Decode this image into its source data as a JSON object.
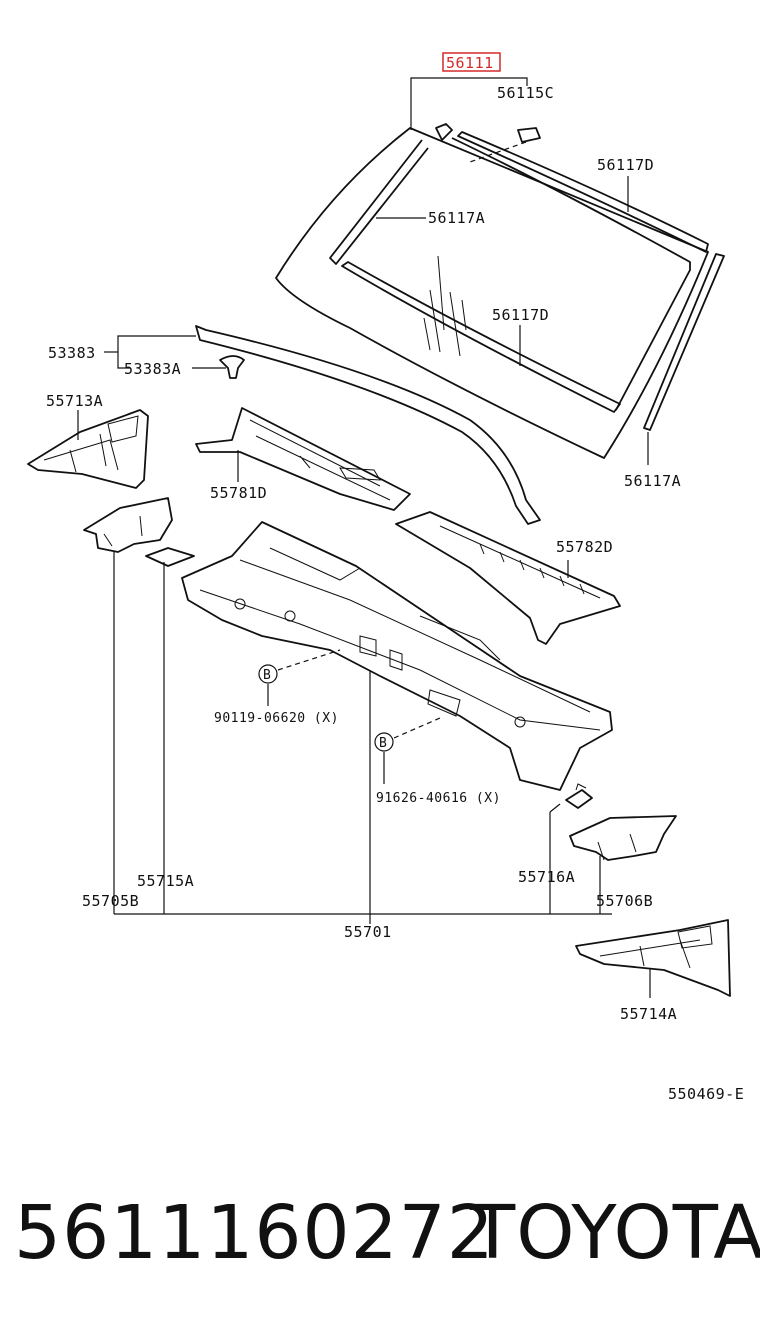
{
  "diagram": {
    "highlighted_part": "56111",
    "highlight_color": "#d42a2a",
    "labels": {
      "p56115C": "56115C",
      "p56117D_top": "56117D",
      "p56117A_left": "56117A",
      "p56117D_mid": "56117D",
      "p53383": "53383",
      "p53383A": "53383A",
      "p55713A": "55713A",
      "p55781D": "55781D",
      "p56117A_right": "56117A",
      "p55782D": "55782D",
      "bolt1_ref": "90119-06620 (X)",
      "bolt2_ref": "91626-40616 (X)",
      "bolt_marker_1": "B",
      "bolt_marker_2": "B",
      "p55715A": "55715A",
      "p55705B": "55705B",
      "p55716A": "55716A",
      "p55706B": "55706B",
      "p55701": "55701",
      "p55714A": "55714A",
      "diagram_code": "550469-E"
    }
  },
  "footer": {
    "part_number": "5611160272",
    "brand": "TOYOTA"
  }
}
